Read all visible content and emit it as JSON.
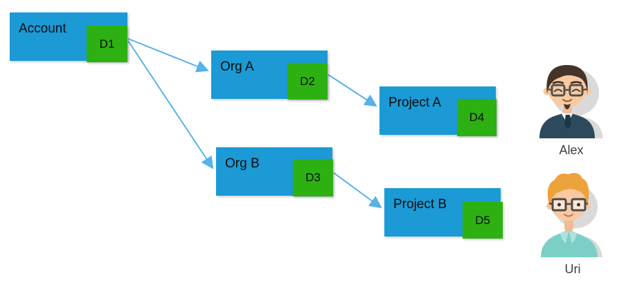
{
  "diagram": {
    "nodes": [
      {
        "label": "Account",
        "badge": "D1"
      },
      {
        "label": "Org A",
        "badge": "D2"
      },
      {
        "label": "Org B",
        "badge": "D3"
      },
      {
        "label": "Project A",
        "badge": "D4"
      },
      {
        "label": "Project B",
        "badge": "D5"
      }
    ],
    "edges": [
      {
        "from": "D1",
        "to": "Org A"
      },
      {
        "from": "D1",
        "to": "Org B"
      },
      {
        "from": "D2",
        "to": "Project A"
      },
      {
        "from": "D3",
        "to": "Project B"
      }
    ],
    "colors": {
      "node_fill": "#1b9ad6",
      "badge_fill": "#2db112",
      "arrow": "#56b2e8"
    }
  },
  "users": [
    {
      "name": "Alex"
    },
    {
      "name": "Uri"
    }
  ]
}
